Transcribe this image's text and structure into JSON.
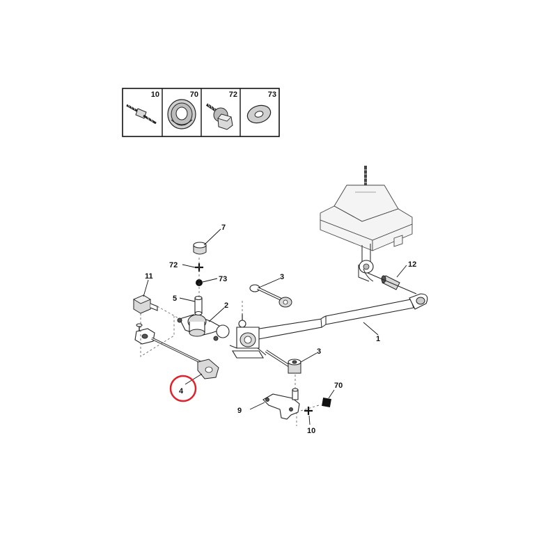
{
  "legend": {
    "cells": [
      {
        "ref": "10",
        "icon": "threaded-stud-icon"
      },
      {
        "ref": "70",
        "icon": "rubber-grommet-icon"
      },
      {
        "ref": "72",
        "icon": "flange-bolt-icon"
      },
      {
        "ref": "73",
        "icon": "flat-washer-icon"
      }
    ]
  },
  "callouts": {
    "p1": "1",
    "p2": "2",
    "p3a": "3",
    "p3b": "3",
    "p4": "4",
    "p5": "5",
    "p7": "7",
    "p9": "9",
    "p10": "10",
    "p11": "11",
    "p12": "12",
    "p70": "70",
    "p72": "72",
    "p73": "73"
  },
  "highlight": {
    "ref": "4",
    "color": "#e0202a"
  },
  "colors": {
    "line": "#111111",
    "highlight": "#e0202a"
  }
}
